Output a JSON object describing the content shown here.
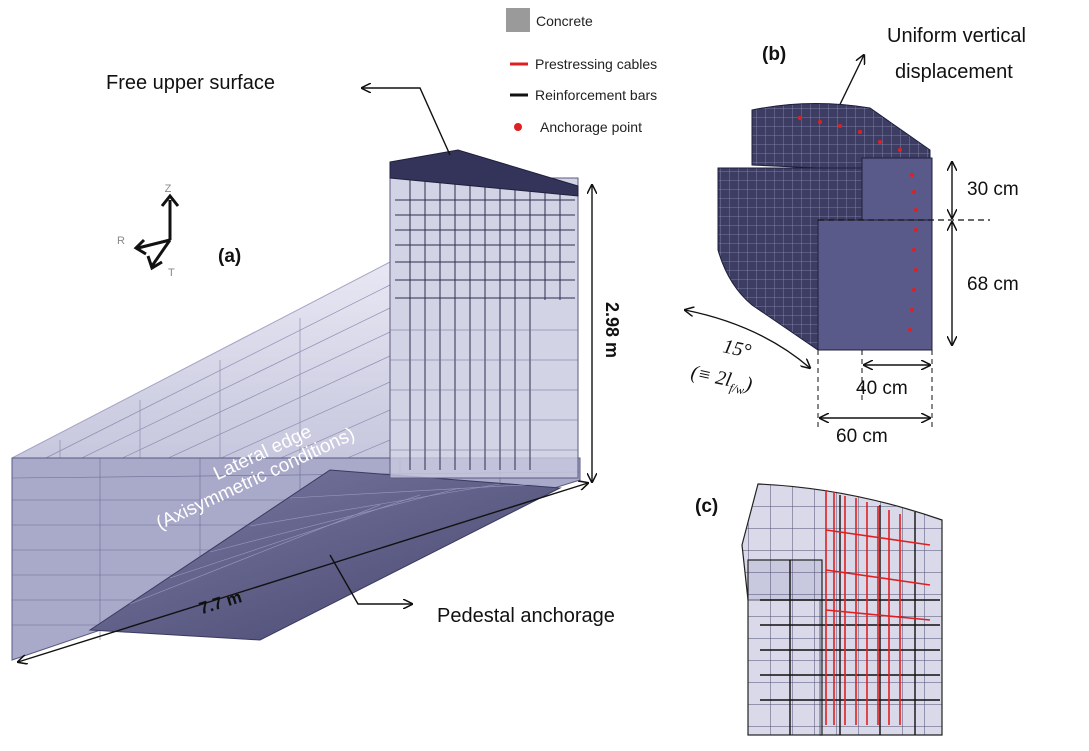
{
  "legend": {
    "concrete": "Concrete",
    "cables": "Prestressing cables",
    "bars": "Reinforcement bars",
    "anchor": "Anchorage point",
    "colors": {
      "concrete": "#9a9a9a",
      "cables": "#e02020",
      "bars": "#111111",
      "anchor": "#e02020"
    }
  },
  "panel_a": {
    "label": "(a)",
    "free_upper_surface": "Free upper surface",
    "lateral_edge_line1": "Lateral edge",
    "lateral_edge_line2": "(Axisymmetric conditions)",
    "height_dim": "2.98 m",
    "length_dim": "7.7 m",
    "pedestal": "Pedestal anchorage",
    "axes": {
      "z": "Z",
      "r": "R",
      "t": "T"
    }
  },
  "panel_b": {
    "label": "(b)",
    "uniform_line1": "Uniform vertical",
    "uniform_line2": "displacement",
    "dim_30": "30 cm",
    "dim_68": "68 cm",
    "dim_40": "40 cm",
    "dim_60": "60 cm",
    "angle": "15°",
    "angle_eq": "(≡ 2l",
    "angle_sub": "f/w",
    "angle_close": ")"
  },
  "panel_c": {
    "label": "(c)"
  },
  "colors": {
    "mesh_fill": "#3c3c62",
    "mesh_light": "#c7c7e0",
    "wall": "#a7a7c8"
  }
}
